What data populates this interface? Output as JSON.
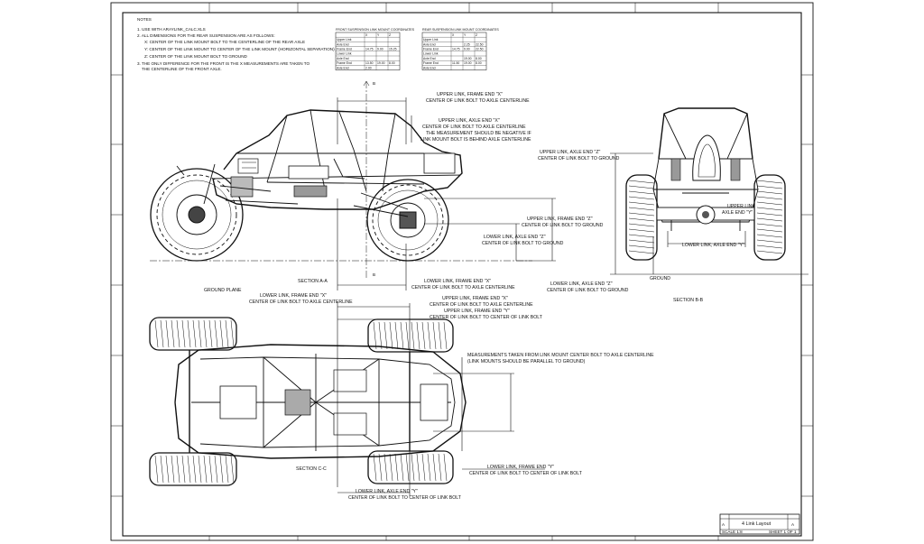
{
  "notes": {
    "heading": "NOTES",
    "lines": [
      "1. USE WITH ARAYLINK_CALC.XLS",
      "2. ALL DIMENSIONS FOR THE REAR SUSPENSION ARE AS FOLLOWS:",
      "X: CENTER OF THE LINK MOUNT BOLT TO THE CENTERLINE OF THE REAR AXLE",
      "Y: CENTER OF THE LINK MOUNT TO CENTER OF THE LINK MOUNT (HORIZONTAL SEPARATION)",
      "Z: CENTER OF THE LINK MOUNT BOLT TO GROUND",
      "3. THE ONLY DIFFERENCE FOR THE FRONT IS THE X MEASUREMENTS ARE TAKEN TO",
      "THE CENTERLINE OF THE FRONT AXLE."
    ]
  },
  "tables": [
    {
      "title": "FRONT SUSPENSION LINK MOUNT COORDINATES",
      "cols": [
        "",
        "X",
        "Y",
        "Z"
      ],
      "rows": [
        [
          "Upper Link",
          "",
          "",
          ""
        ],
        [
          "Axle End",
          "",
          "",
          ""
        ],
        [
          "Frame End",
          "14.75",
          "9.00",
          "15.25"
        ],
        [
          "Lower Link",
          "",
          "",
          ""
        ],
        [
          "Axle End",
          "",
          "",
          ""
        ],
        [
          "Frame End",
          "13.50",
          "19.00",
          "8.00"
        ],
        [
          "Axle End",
          "2.00",
          "",
          ""
        ]
      ]
    },
    {
      "title": "REAR SUSPENSION LINK MOUNT COORDINATES",
      "cols": [
        "",
        "X",
        "Y",
        "Z"
      ],
      "rows": [
        [
          "Upper Link",
          "",
          "",
          ""
        ],
        [
          "Axle End",
          "",
          "2.25",
          "22.50"
        ],
        [
          "Frame End",
          "14.75",
          "9.00",
          "22.50"
        ],
        [
          "Lower Link",
          "",
          "",
          ""
        ],
        [
          "Axle End",
          "",
          "19.00",
          "8.00"
        ],
        [
          "Frame End",
          "11.50",
          "19.00",
          "8.00"
        ],
        [
          "Axle End",
          "",
          "",
          ""
        ]
      ]
    }
  ],
  "callouts": {
    "upper_frame_x": [
      "UPPER LINK, FRAME END \"X\"",
      "CENTER OF LINK BOLT TO AXLE CENTERLINE"
    ],
    "upper_axle_x": [
      "UPPER LINK, AXLE END \"X\"",
      "CENTER OF LINK BOLT TO AXLE CENTERLINE",
      "THE MEASUREMENT SHOULD BE NEGATIVE IF",
      "LINK MOUNT BOLT IS BEHIND AXLE CENTERLINE"
    ],
    "upper_axle_z": [
      "UPPER LINK, AXLE END \"Z\"",
      "CENTER OF LINK BOLT TO GROUND"
    ],
    "upper_frame_z": [
      "UPPER LINK, FRAME END \"Z\"",
      "CENTER OF LINK BOLT TO GROUND"
    ],
    "lower_axle_z_side": [
      "LOWER LINK, AXLE END \"Z\"",
      "CENTER OF LINK BOLT TO GROUND"
    ],
    "lower_frame_x_side": [
      "LOWER LINK, FRAME END \"X\"",
      "CENTER OF LINK BOLT TO AXLE CENTERLINE"
    ],
    "lower_frame_z": [
      "LOWER LINK, FRAME END \"Z\"",
      "CENTER OF LINK BOLT TO GROUND"
    ],
    "lower_axle_z": [
      "LOWER LINK, AXLE END \"Z\"",
      "CENTER OF LINK BOLT TO GROUND"
    ],
    "lower_frame_x_top": [
      "LOWER LINK, FRAME END \"X\"",
      "CENTER OF LINK BOLT TO AXLE CENTERLINE"
    ],
    "upper_frame_x_top": [
      "UPPER LINK, FRAME END \"X\"",
      "CENTER OF LINK BOLT TO AXLE CENTERLINE"
    ],
    "upper_frame_y_top": [
      "UPPER LINK, FRAME END \"Y\"",
      "CENTER OF LINK BOLT TO CENTER OF LINK BOLT"
    ],
    "measure_note": [
      "MEASUREMENTS TAKEN FROM LINK MOUNT CENTER BOLT TO AXLE CENTERLINE",
      "(LINK MOUNTS SHOULD BE PARALLEL TO GROUND)"
    ],
    "lower_frame_y_top": [
      "LOWER LINK, FRAME END \"Y\"",
      "CENTER OF LINK BOLT TO CENTER OF LINK BOLT"
    ],
    "lower_axle_y": [
      "LOWER LINK, AXLE END \"Y\"",
      "CENTER OF LINK BOLT TO CENTER OF LINK BOLT"
    ],
    "lower_axle_y_rear": "LOWER LINK, AXLE END \"Y\"",
    "upper_axle_y": [
      "UPPER LINK",
      "AXLE END \"Y\""
    ]
  },
  "labels": {
    "ground_plane": "GROUND PLANE",
    "ground": "GROUND",
    "section_a": "SECTION A-A",
    "section_b": "SECTION B-B",
    "section_c": "SECTION C-C",
    "cut_b": "B"
  },
  "title_block": {
    "title": "4 Link Layout",
    "size": "A",
    "rev": "A",
    "scale": "SCALE 1:8",
    "sheet": "SHEET 1 OF 1"
  }
}
